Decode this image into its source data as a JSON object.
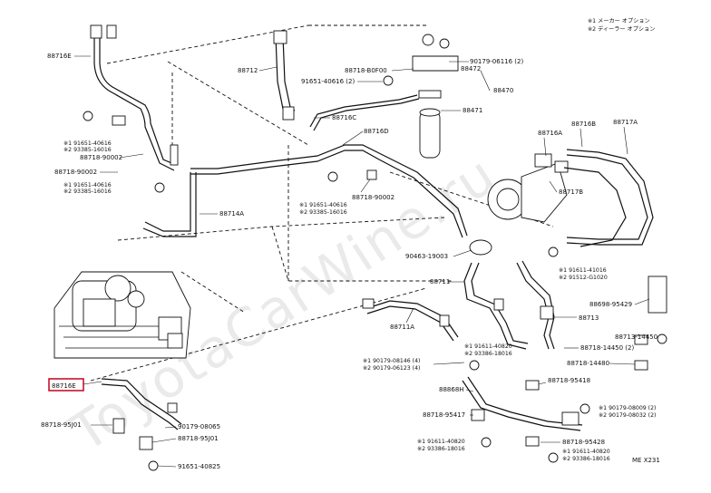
{
  "watermark": "ToyotaCarWine.ru",
  "legend": {
    "line1": "※1 メーカー オプション",
    "line2": "※2 ディーラー オプション"
  },
  "diagram_code": "ME X231",
  "highlighted_part": "88716E",
  "labels": {
    "p88716E_top": "88716E",
    "p88712": "88712",
    "p88718B0F00": "88718-B0F00",
    "p91651_40616_2": "91651-40616 (2)",
    "p90179_06116_2": "90179-06116 (2)",
    "p88472": "88472",
    "p88470": "88470",
    "p88471": "88471",
    "p88716C": "88716C",
    "p91651_40616_a": "※1 91651-40616",
    "p93385_16016_a": "※2 93385-16016",
    "p88718_90002_a": "88718-90002",
    "p88718_90002_b": "88718-90002",
    "p91651_40616_b": "※1 91651-40616",
    "p93385_16016_b": "※2 93385-16016",
    "p88716D": "88716D",
    "p88714A": "88714A",
    "p91651_40616_c": "※1 91651-40616",
    "p93385_16016_c": "※2 93385-16016",
    "p88718_90002_c": "88718-90002",
    "p88716A": "88716A",
    "p88716B_top": "88716B",
    "p88717A": "88717A",
    "p88717B": "88717B",
    "p90463_19003": "90463-19003",
    "p88711": "88711",
    "p91611_41016": "※1 91611-41016",
    "p91512_G1020": "※2 91512-G1020",
    "p88698_95429": "88698-95429",
    "p88713": "88713",
    "p88711A": "88711A",
    "p91611_40820_a": "※1 91611-40820",
    "p93386_18016_a": "※2 93386-18016",
    "p90179_08146": "※1 90179-08146 (4)",
    "p90179_06123": "※2 90179-06123 (4)",
    "p88713_14450_a": "88713-14450",
    "p88718_14450_b": "88718-14450 (2)",
    "p88718_14480": "88718-14480",
    "p88718_95418": "88718-95418",
    "p88868H": "88868H",
    "p88716E_main": "88716E",
    "p88718_95J01_a": "88718-95J01",
    "p90179_08065": "90179-08065",
    "p88718_95J01_b": "88718-95J01",
    "p91651_40825": "91651-40825",
    "p88718_95417": "88718-95417",
    "p90179_08009": "※1 90179-08009 (2)",
    "p90179_08032": "※2 90179-08032 (2)",
    "p91611_40820_b": "※1 91611-40820",
    "p93386_18016_b": "※2 93386-18016",
    "p88718_95428": "88718-95428",
    "p91611_40820_c": "※1 91611-40820",
    "p93386_18016_c": "※2 93386-18016"
  }
}
